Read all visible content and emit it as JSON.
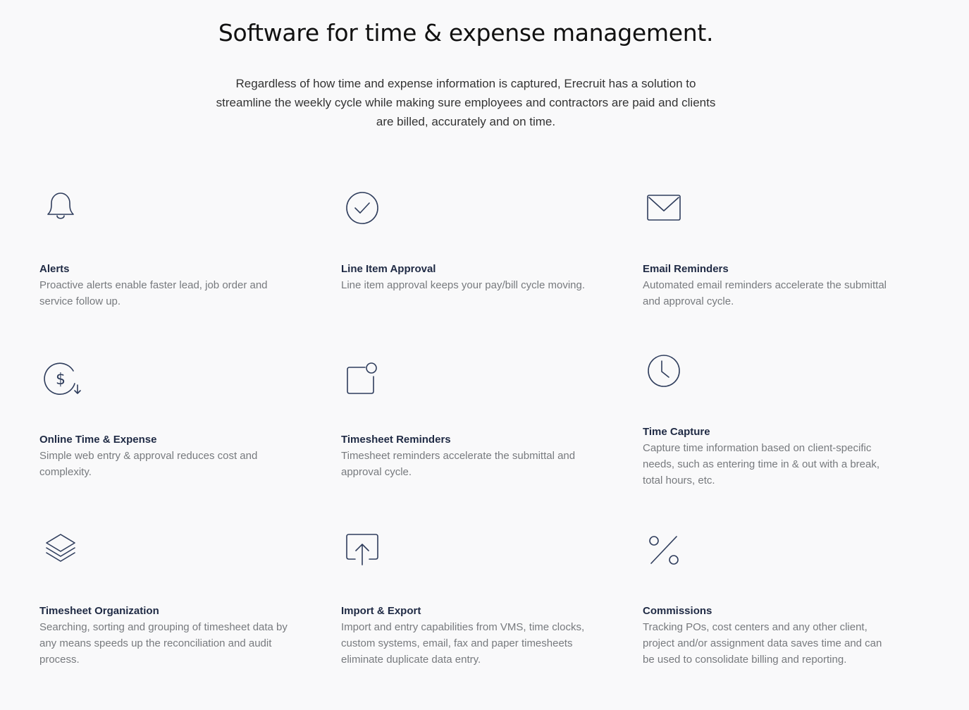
{
  "hero": {
    "title": "Software for time & expense management.",
    "subtitle": "Regardless of how time and expense information is captured, Erecruit has a solution to streamline the weekly cycle while making sure employees and contractors are paid and clients are billed, accurately and on time."
  },
  "colors": {
    "title": "#111111",
    "feature_title": "#1f2a44",
    "feature_desc": "#777a7e",
    "icon_stroke": "#2f3d5c",
    "background": "#f9f9fa"
  },
  "features": [
    {
      "icon": "bell-icon",
      "title": "Alerts",
      "desc": "Proactive alerts enable faster lead, job order and service follow up."
    },
    {
      "icon": "check-circle-icon",
      "title": "Line Item Approval",
      "desc": "Line item approval keeps your pay/bill cycle moving."
    },
    {
      "icon": "envelope-icon",
      "title": "Email Reminders",
      "desc": "Automated email reminders accelerate the submittal and approval cycle."
    },
    {
      "icon": "dollar-circle-icon",
      "title": "Online Time & Expense",
      "desc": "Simple web entry & approval reduces cost and complexity."
    },
    {
      "icon": "notification-square-icon",
      "title": "Timesheet Reminders",
      "desc": "Timesheet reminders accelerate the submittal and approval cycle."
    },
    {
      "icon": "clock-icon",
      "title": "Time Capture",
      "desc": "Capture time information based on client-specific needs, such as entering time in & out with a break, total hours, etc."
    },
    {
      "icon": "layers-icon",
      "title": "Timesheet Organization",
      "desc": "Searching, sorting and grouping of timesheet data by any means speeds up the reconciliation and audit process."
    },
    {
      "icon": "upload-icon",
      "title": "Import & Export",
      "desc": "Import and entry capabilities from VMS, time clocks, custom systems, email, fax and paper timesheets eliminate duplicate data entry."
    },
    {
      "icon": "percent-icon",
      "title": "Commissions",
      "desc": "Tracking POs, cost centers and any other client, project and/or assignment data saves time and can be used to consolidate billing and reporting."
    }
  ]
}
